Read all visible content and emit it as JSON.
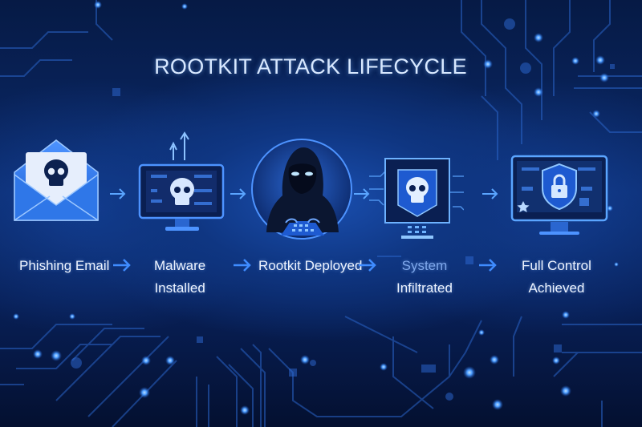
{
  "title": "ROOTKIT ATTACK LIFECYCLE",
  "colors": {
    "background_dark": "#061433",
    "background_mid": "#0f3682",
    "accent_glow": "#3f8cff",
    "title_text": "#d8e8ff",
    "label_text": "#eef4ff",
    "label_dim": "#7fa8ec"
  },
  "steps": [
    {
      "id": "phishing-email",
      "icon": "envelope-skull-icon",
      "line1": "Phishing Email",
      "line2": ""
    },
    {
      "id": "malware-installed",
      "icon": "monitor-skull-icon",
      "line1": "Malware",
      "line2": "Installed"
    },
    {
      "id": "rootkit-deployed",
      "icon": "hooded-hacker-icon",
      "line1": "Rootkit Deployed",
      "line2": ""
    },
    {
      "id": "system-infiltrated",
      "icon": "circuit-skull-icon",
      "line1": "System",
      "line2": "Infiltrated"
    },
    {
      "id": "full-control-achieved",
      "icon": "monitor-shield-lock-icon",
      "line1": "Full Control",
      "line2": "Achieved"
    }
  ],
  "connectors": {
    "glyph": "arrow-right-icon",
    "count_icon_row": 4,
    "count_label_row": 4
  }
}
